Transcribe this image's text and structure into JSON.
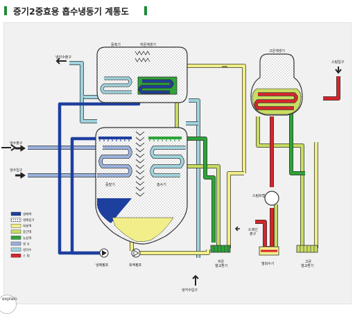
{
  "header": {
    "title": "증기2중효용 흡수냉동기 계통도"
  },
  "labels": {
    "condenser": "응축기",
    "low_temp_regenerator": "저온재생기",
    "high_temp_regenerator": "고온재생기",
    "steam_inlet": "스팀입구",
    "cooling_water_outlet": "냉각수출구",
    "chilled_water_outlet": "냉수출구",
    "chilled_water_inlet": "냉수입구",
    "evaporator": "증발기",
    "absorber": "흡수기",
    "steam_trap": "스팀트랩",
    "drain_outlet": "드레인 출구",
    "refrigerant_pump": "냉매펌프",
    "absorbent_pump": "희액펌프",
    "low_temp_heat_exchanger": "저온 열교환기",
    "drain_heat_exchanger": "열회수기",
    "high_temp_heat_exchanger": "고온 열교환기",
    "cooling_water_inlet": "냉각수입구"
  },
  "legend": [
    {
      "label": "냉매액",
      "color": "#1d3f9e",
      "pattern": "solid"
    },
    {
      "label": "냉매증기",
      "color": "#1d3f9e",
      "pattern": "dotted"
    },
    {
      "label": "희용액",
      "color": "#f2ee8a",
      "pattern": "solid"
    },
    {
      "label": "중간액",
      "color": "#c9dc63",
      "pattern": "solid"
    },
    {
      "label": "농용액",
      "color": "#2fa23a",
      "pattern": "solid"
    },
    {
      "label": "냉 수",
      "color": "#9ab2dd",
      "pattern": "solid"
    },
    {
      "label": "냉각수",
      "color": "#9fd3dd",
      "pattern": "solid"
    },
    {
      "label": "스 팀",
      "color": "#d5252b",
      "pattern": "solid"
    }
  ],
  "footer": {
    "explain": "explain"
  },
  "colors": {
    "accent": "#1f8a3a",
    "refrigerant": "#1d3f9e",
    "weak_solution": "#f2ee8a",
    "medium_solution": "#c9dc63",
    "strong_solution": "#2fa23a",
    "chilled_water": "#9ab2dd",
    "cooling_water": "#9fd3dd",
    "steam": "#d5252b"
  }
}
